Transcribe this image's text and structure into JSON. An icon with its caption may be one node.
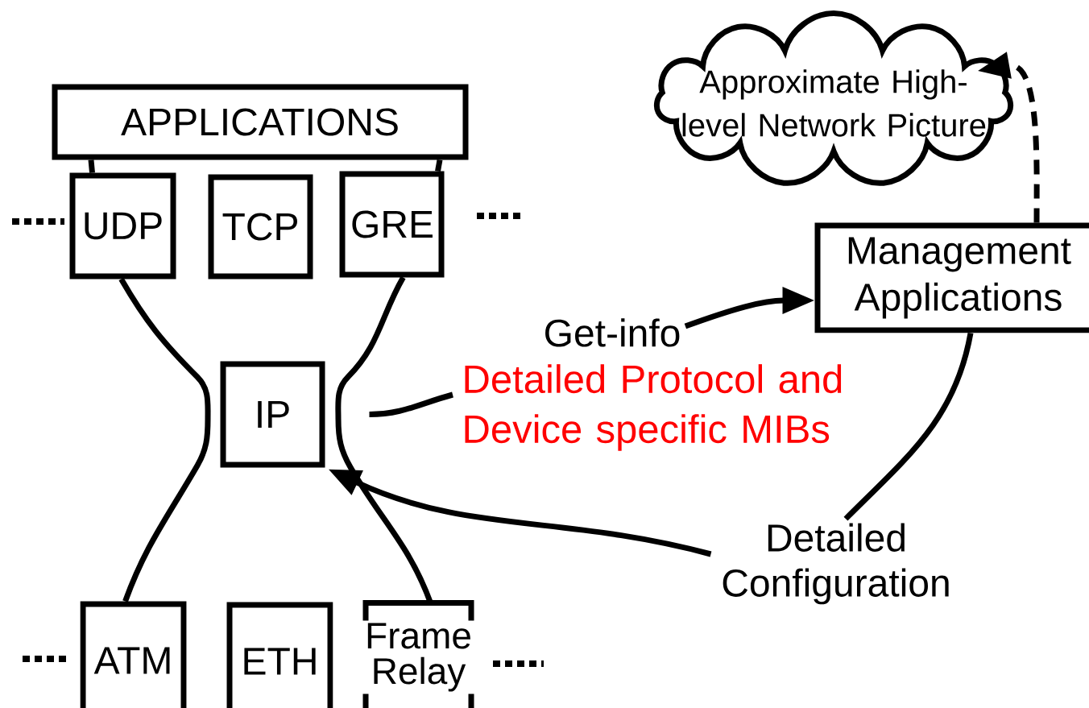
{
  "diagram": {
    "nodes": [
      {
        "text": [
          "APPLICATIONS"
        ]
      },
      {
        "text": [
          "UDP"
        ]
      },
      {
        "text": [
          "TCP"
        ]
      },
      {
        "text": [
          "GRE"
        ]
      },
      {
        "text": [
          "IP"
        ]
      },
      {
        "text": [
          "ATM"
        ]
      },
      {
        "text": [
          "ETH"
        ]
      },
      {
        "text": [
          "Frame Relay"
        ]
      },
      {
        "text": [
          "Approximate High-level Network Picture"
        ]
      },
      {
        "text": [
          "Management Applications"
        ]
      },
      {
        "text": [
          "Get-info"
        ]
      },
      {
        "text": [
          "Detailed Protocol and Device specific MIBs"
        ]
      },
      {
        "text": [
          "Detailed Configuration"
        ]
      }
    ],
    "edges": [
      {
        "from": 0,
        "to": 1,
        "arrow": "none"
      },
      {
        "from": 0,
        "to": 3,
        "arrow": "none"
      },
      {
        "from": 1,
        "to": 5,
        "arrow": "none"
      },
      {
        "from": 3,
        "to": 7,
        "arrow": "none"
      },
      {
        "from": 4,
        "to": 11,
        "arrow": "none"
      },
      {
        "from": 10,
        "to": 9,
        "arrow": "to"
      },
      {
        "from": 9,
        "to": 12,
        "arrow": "none"
      },
      {
        "from": 12,
        "to": 4,
        "arrow": "to"
      },
      {
        "from": 9,
        "to": 8,
        "arrow": "to",
        "style": "dashed"
      }
    ]
  }
}
